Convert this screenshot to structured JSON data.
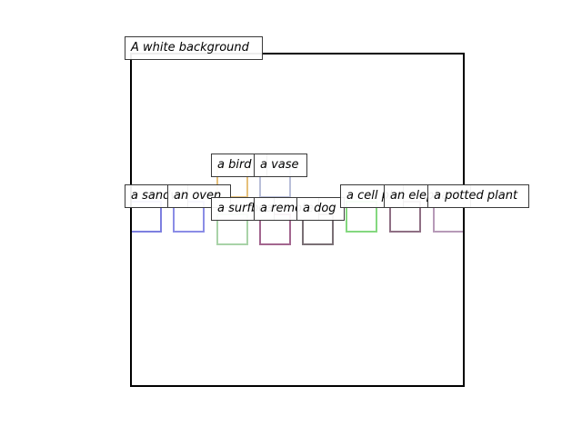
{
  "scene": {
    "caption": "A white background",
    "objects": [
      {
        "label": "a sandwich",
        "color": "#7d7fe0"
      },
      {
        "label": "an oven",
        "color": "#8b8de6"
      },
      {
        "label": "a bird",
        "color": "#e6c07a"
      },
      {
        "label": "a surfboard",
        "color": "#a9d3a8"
      },
      {
        "label": "a vase",
        "color": "#b9bfd9"
      },
      {
        "label": "a remote",
        "color": "#a3668f"
      },
      {
        "label": "a dog",
        "color": "#7a6f75"
      },
      {
        "label": "a cell phone",
        "color": "#84d87f"
      },
      {
        "label": "an elephant",
        "color": "#8f6f84"
      },
      {
        "label": "a potted plant",
        "color": "#b79ab8"
      }
    ]
  }
}
